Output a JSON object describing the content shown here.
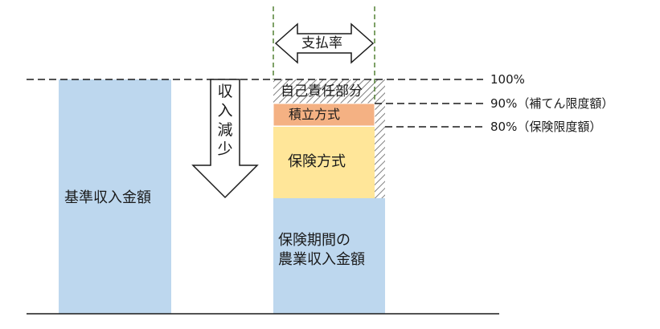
{
  "diagram": {
    "base_income_label": "基準収入金額",
    "payout_rate_label": "支払率",
    "income_decrease_label": "収入減少",
    "self_burden_label": "自己責任部分",
    "reserve_method_label": "積立方式",
    "insurance_method_label": "保険方式",
    "period_income_label_line1": "保険期間の",
    "period_income_label_line2": "農業収入金額",
    "level_100": "100%",
    "level_90": "90%（補てん限度額）",
    "level_80": "80%（保険限度額）",
    "colors": {
      "base_bar": "#bdd7ee",
      "period_income": "#bdd7ee",
      "insurance": "#ffe699",
      "reserve": "#f4b183",
      "self_burden_hatch": "#7f7f7f",
      "arrow_stroke": "#1a1a1a",
      "vertical_guide": "#548235"
    }
  }
}
